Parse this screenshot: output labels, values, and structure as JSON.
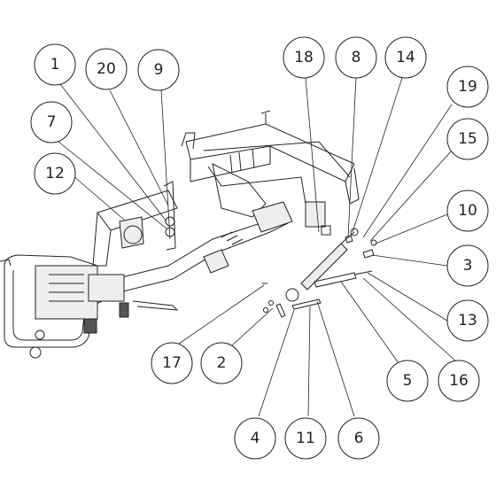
{
  "diagram": {
    "balloons": [
      {
        "id": "b1",
        "label": "1"
      },
      {
        "id": "b20",
        "label": "20"
      },
      {
        "id": "b9",
        "label": "9"
      },
      {
        "id": "b7",
        "label": "7"
      },
      {
        "id": "b12",
        "label": "12"
      },
      {
        "id": "b18",
        "label": "18"
      },
      {
        "id": "b8",
        "label": "8"
      },
      {
        "id": "b14",
        "label": "14"
      },
      {
        "id": "b19",
        "label": "19"
      },
      {
        "id": "b15",
        "label": "15"
      },
      {
        "id": "b10",
        "label": "10"
      },
      {
        "id": "b3",
        "label": "3"
      },
      {
        "id": "b13",
        "label": "13"
      },
      {
        "id": "b16",
        "label": "16"
      },
      {
        "id": "b5",
        "label": "5"
      },
      {
        "id": "b17",
        "label": "17"
      },
      {
        "id": "b2",
        "label": "2"
      },
      {
        "id": "b4",
        "label": "4"
      },
      {
        "id": "b11",
        "label": "11"
      },
      {
        "id": "b6",
        "label": "6"
      }
    ]
  }
}
